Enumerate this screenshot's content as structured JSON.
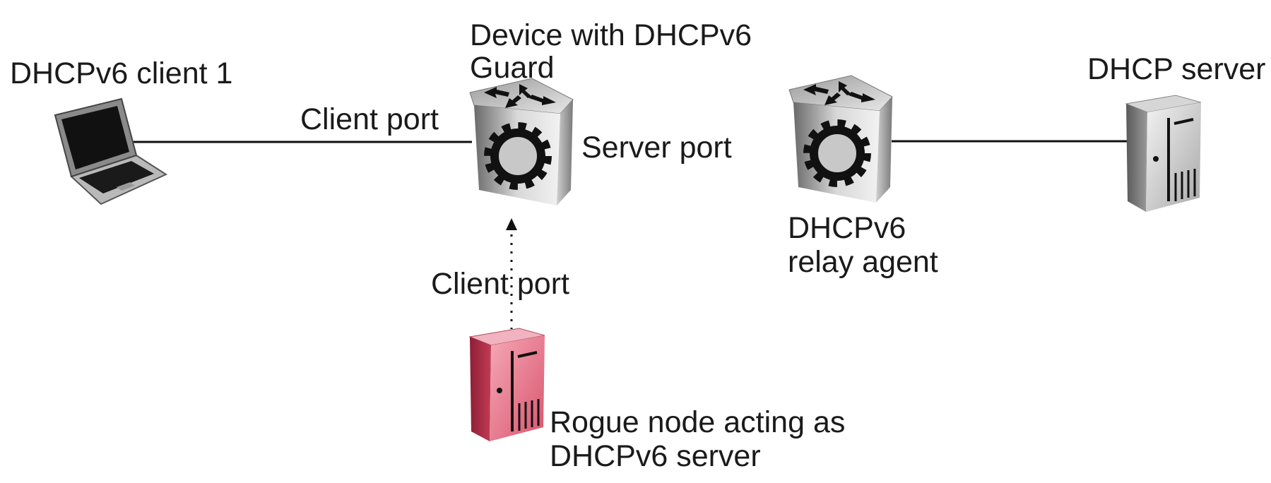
{
  "nodes": {
    "client": {
      "label": "DHCPv6 client 1",
      "icon": "laptop-icon"
    },
    "guard_device": {
      "label_line1": "Device with DHCPv6",
      "label_line2": "Guard",
      "icon": "switch-router-icon"
    },
    "relay": {
      "label_line1": "DHCPv6",
      "label_line2": "relay agent",
      "icon": "switch-router-icon"
    },
    "dhcp_server": {
      "label": "DHCP server",
      "icon": "server-tower-icon"
    },
    "rogue": {
      "label_line1": "Rogue node acting as",
      "label_line2": "DHCPv6 server",
      "icon": "server-tower-icon",
      "color": "#d9546e"
    }
  },
  "ports": {
    "client_port_top": "Client port",
    "server_port": "Server port",
    "client_port_bottom": "Client port"
  },
  "links": [
    {
      "from": "client",
      "to": "guard_device",
      "style": "solid"
    },
    {
      "from": "relay",
      "to": "dhcp_server",
      "style": "solid"
    },
    {
      "from": "rogue",
      "to": "guard_device",
      "style": "dotted-arrow"
    }
  ]
}
